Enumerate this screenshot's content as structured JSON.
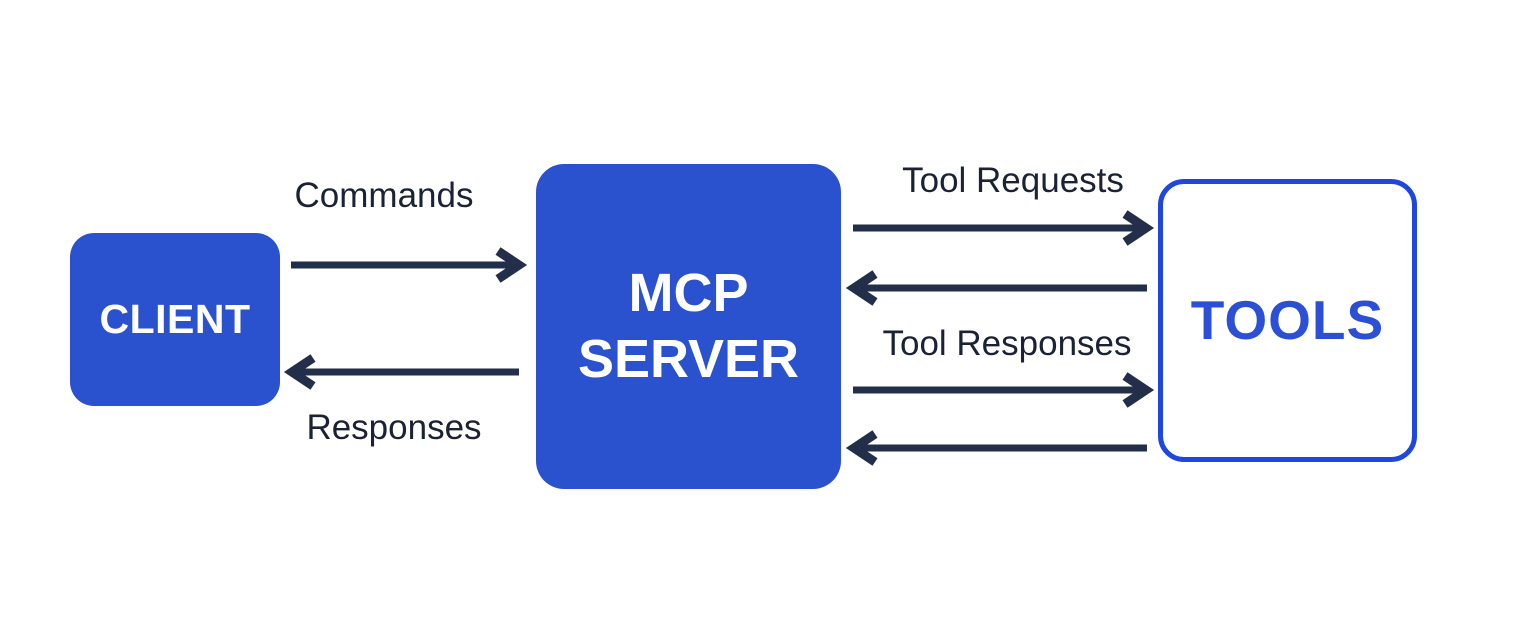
{
  "nodes": {
    "client": {
      "label": "CLIENT",
      "style": "solid-blue"
    },
    "server": {
      "label": "MCP SERVER",
      "style": "solid-blue"
    },
    "tools": {
      "label": "TOOLS",
      "style": "white-blue-outline"
    }
  },
  "edges": {
    "commands": {
      "label": "Commands",
      "from": "client",
      "to": "server",
      "direction": "right"
    },
    "responses": {
      "label": "Responses",
      "from": "server",
      "to": "client",
      "direction": "left"
    },
    "tool_requests": {
      "label": "Tool Requests",
      "from": "server",
      "to": "tools",
      "directions": [
        "right",
        "left"
      ]
    },
    "tool_responses": {
      "label": "Tool Responses",
      "from": "server",
      "to": "tools",
      "directions": [
        "right",
        "left"
      ]
    }
  },
  "colors": {
    "background": "#FFFFFF",
    "node_fill": "#2B52CE",
    "node_text": "#FFFFFF",
    "tools_fill": "#FFFFFF",
    "tools_border": "#1F47DE",
    "tools_text": "#2B50D5",
    "arrow": "#232E4A",
    "label_text": "#1A2233"
  }
}
